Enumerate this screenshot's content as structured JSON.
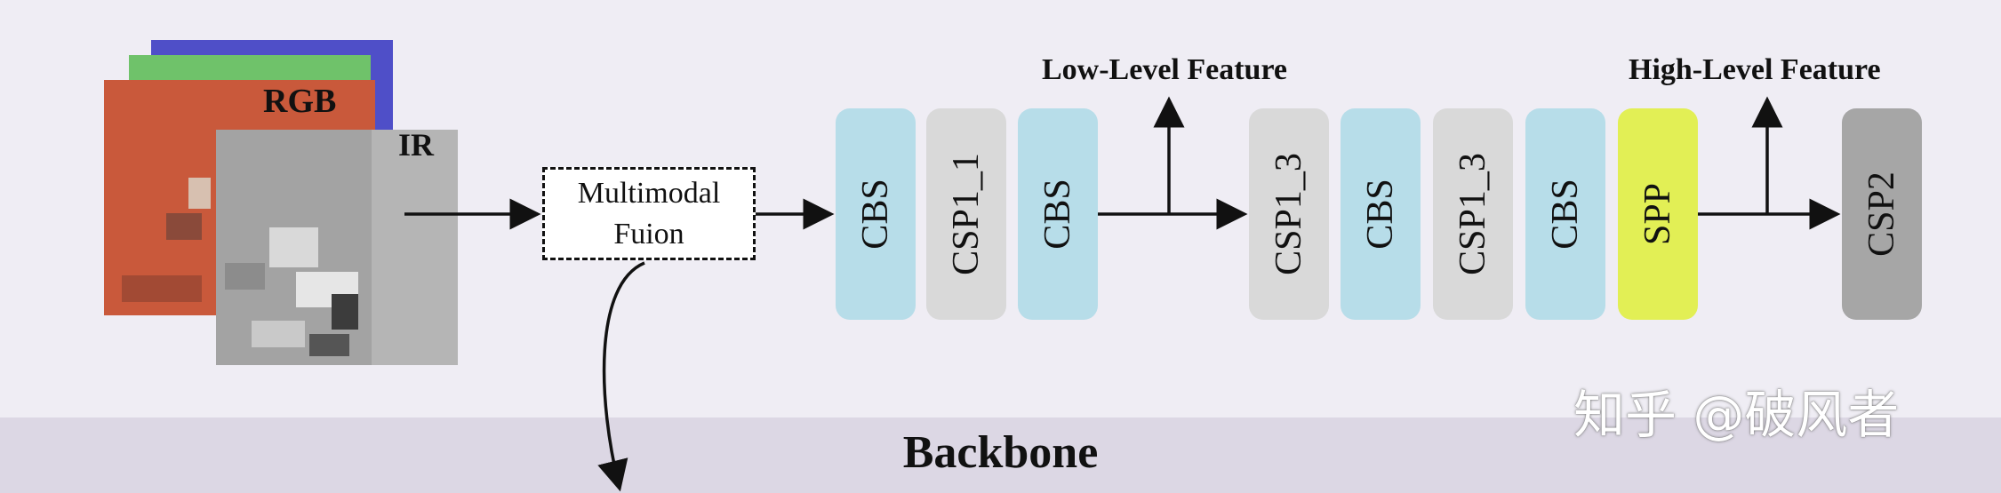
{
  "colors": {
    "background": "#efedf4",
    "band": "#dcd7e4",
    "cbs": "#b7dde9",
    "csp": "#d9d9d9",
    "spp": "#e2ef55",
    "csp2": "#a6a6a6"
  },
  "images": {
    "rgb_label": "RGB",
    "ir_label": "IR"
  },
  "fusion": {
    "label": "Multimodal\nFuion"
  },
  "blocks": [
    {
      "label": "CBS",
      "color": "#b7dde9"
    },
    {
      "label": "CSP1_1",
      "color": "#d9d9d9"
    },
    {
      "label": "CBS",
      "color": "#b7dde9"
    },
    {
      "label": "CSP1_3",
      "color": "#d9d9d9"
    },
    {
      "label": "CBS",
      "color": "#b7dde9"
    },
    {
      "label": "CSP1_3",
      "color": "#d9d9d9"
    },
    {
      "label": "CBS",
      "color": "#b7dde9"
    },
    {
      "label": "SPP",
      "color": "#e2ef55"
    },
    {
      "label": "CSP2",
      "color": "#a6a6a6"
    }
  ],
  "features": {
    "low": "Low-Level Feature",
    "high": "High-Level Feature"
  },
  "backbone_label": "Backbone",
  "watermark": "知乎 @破风者"
}
